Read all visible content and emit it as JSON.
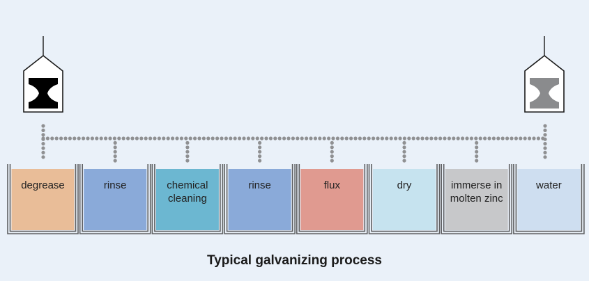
{
  "tanks": [
    {
      "label": "degrease",
      "color": "#e9bd98"
    },
    {
      "label": "rinse",
      "color": "#8aaad9"
    },
    {
      "label": "chemical cleaning",
      "color": "#6cb7d1"
    },
    {
      "label": "rinse",
      "color": "#8aaad9"
    },
    {
      "label": "flux",
      "color": "#e09a90"
    },
    {
      "label": "dry",
      "color": "#c6e3ef"
    },
    {
      "label": "immerse in molten zinc",
      "color": "#c7c8ca"
    },
    {
      "label": "water",
      "color": "#cedef0"
    }
  ],
  "hangers": [
    {
      "state": "uncoated",
      "beam_color": "#000000"
    },
    {
      "state": "galvanized",
      "beam_color": "#8a8b8d"
    }
  ],
  "caption": "Typical galvanizing process"
}
